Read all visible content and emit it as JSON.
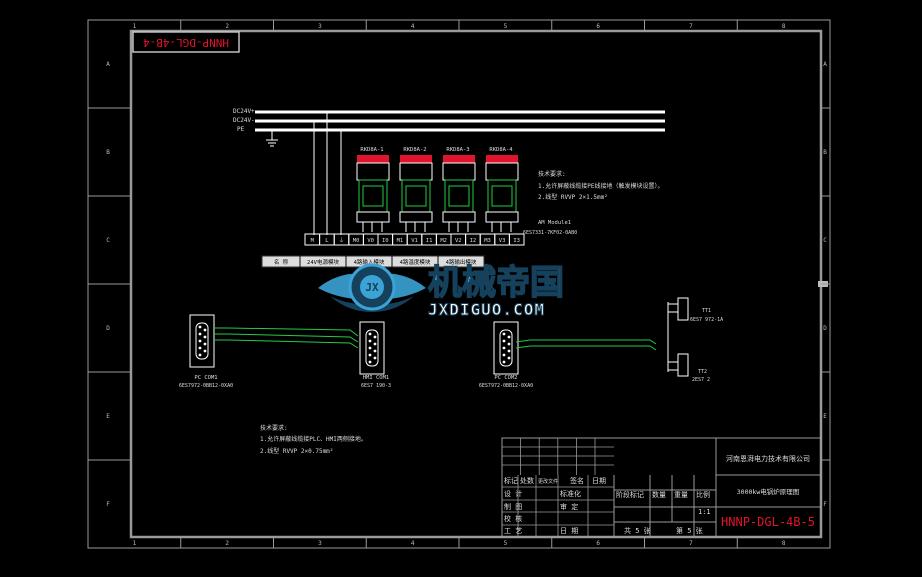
{
  "drawing": {
    "title_block_code_topleft": "HNNP-DGL-4B-4",
    "company": "河南恩湃电力技术有限公司",
    "drawing_title": "3000kw电锅炉原理图",
    "drawing_number": "HNNP-DGL-4B-5",
    "scale": "1:1",
    "sheets_total": "共 5 张",
    "sheet_no": "第 5 张"
  },
  "grid": {
    "rows": [
      "A",
      "B",
      "C",
      "D",
      "E",
      "F"
    ],
    "cols": [
      "1",
      "2",
      "3",
      "4",
      "5",
      "6",
      "7",
      "8"
    ]
  },
  "buses": [
    "DC24V+",
    "DC24V-",
    "PE"
  ],
  "modules": [
    "RKD8A-1",
    "RKD8A-2",
    "RKD8A-3",
    "RKD8A-4"
  ],
  "terminal_labels": [
    "M",
    "L",
    "⏚",
    "M0",
    "V0",
    "I0",
    "M1",
    "V1",
    "I1",
    "M2",
    "V2",
    "I2",
    "M3",
    "V3",
    "I3"
  ],
  "notes_upper": {
    "heading": "技术要求:",
    "line1": "1.允许屏蔽线缆接PE线接地（触发模块设置）。",
    "line2": "2.线型 RVVP 2×1.5mm²"
  },
  "am_module": {
    "label": "AM Module1",
    "part": "6ES7331-7KF02-0AB0"
  },
  "table_strip": [
    "名  称",
    "24V电源模块",
    "4路输入模块",
    "4路温度模块",
    "4路输出模块"
  ],
  "connectors": [
    {
      "label": "PC COM1",
      "part": "6ES7972-0BB12-0XA0"
    },
    {
      "label": "HMI COM1",
      "part": "6ES7 190-3"
    },
    {
      "label": "PC COM2",
      "part": "6ES7972-0BB12-0XA0"
    }
  ],
  "right_devices": [
    {
      "label": "TT1",
      "part": "6ES7 972-1A"
    },
    {
      "label": "TT2",
      "part": "2ES7 2"
    }
  ],
  "notes_lower": {
    "heading": "技术要求:",
    "line1": "1.允许屏蔽线缆接PLC、HMI两侧接地。",
    "line2": "2.线型 RVVP 2×0.75mm²"
  },
  "title_block": {
    "mark": "标记",
    "count": "处数",
    "file": "更改文件",
    "sign": "签名",
    "date": "日期",
    "design": "设  计",
    "standard": "标准化",
    "draw": "制  图",
    "review": "审  定",
    "check": "校  核",
    "process": "工  艺",
    "date2": "日  期",
    "stage": "阶段标记",
    "qty": "数量",
    "weight": "重量",
    "ratio": "比例"
  },
  "watermark": {
    "cn": "机械帝国",
    "en": "JXDIGUO.COM"
  },
  "colors": {
    "frame": "#9a9a9a",
    "green": "#22cc44",
    "red": "#e0142c",
    "white": "#ffffff",
    "wm_fill": "#3ba3d6",
    "wm_dark": "#16415c"
  }
}
